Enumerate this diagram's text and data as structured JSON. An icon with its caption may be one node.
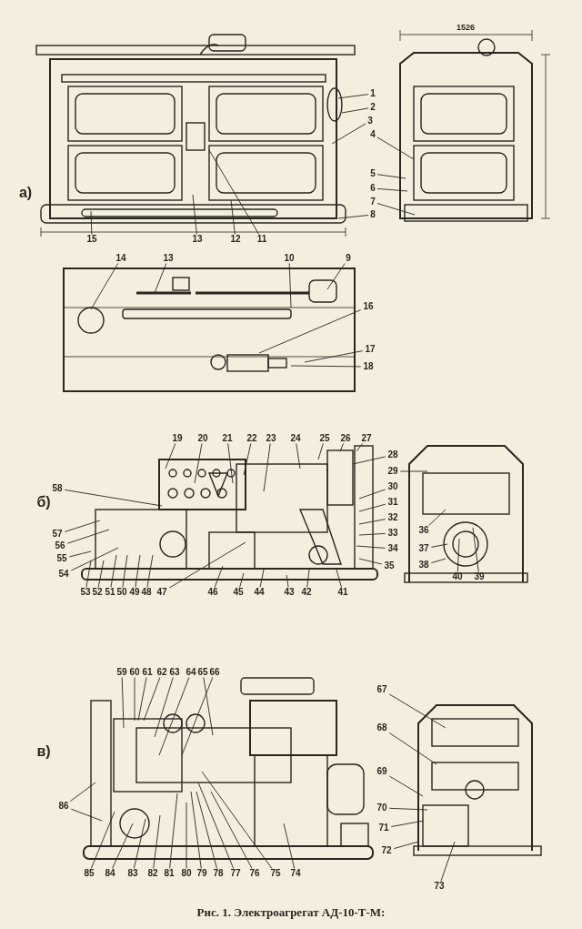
{
  "diagram": {
    "caption": "Рис. 1. Электроагрегат АД-10-Т-М:",
    "nodes": [
      {
        "text": [
          "1"
        ]
      },
      {
        "text": [
          "2"
        ]
      },
      {
        "text": [
          "3"
        ]
      },
      {
        "text": [
          "4"
        ]
      },
      {
        "text": [
          "5"
        ]
      },
      {
        "text": [
          "6"
        ]
      },
      {
        "text": [
          "7"
        ]
      },
      {
        "text": [
          "8"
        ]
      },
      {
        "text": [
          "15"
        ]
      },
      {
        "text": [
          "13"
        ]
      },
      {
        "text": [
          "12"
        ]
      },
      {
        "text": [
          "11"
        ]
      },
      {
        "text": [
          "14"
        ]
      },
      {
        "text": [
          "13"
        ]
      },
      {
        "text": [
          "10"
        ]
      },
      {
        "text": [
          "9"
        ]
      },
      {
        "text": [
          "16"
        ]
      },
      {
        "text": [
          "17"
        ]
      },
      {
        "text": [
          "18"
        ]
      },
      {
        "text": [
          "19"
        ]
      },
      {
        "text": [
          "20"
        ]
      },
      {
        "text": [
          "21"
        ]
      },
      {
        "text": [
          "22"
        ]
      },
      {
        "text": [
          "23"
        ]
      },
      {
        "text": [
          "24"
        ]
      },
      {
        "text": [
          "25"
        ]
      },
      {
        "text": [
          "26"
        ]
      },
      {
        "text": [
          "27"
        ]
      },
      {
        "text": [
          "28"
        ]
      },
      {
        "text": [
          "29"
        ]
      },
      {
        "text": [
          "30"
        ]
      },
      {
        "text": [
          "31"
        ]
      },
      {
        "text": [
          "32"
        ]
      },
      {
        "text": [
          "33"
        ]
      },
      {
        "text": [
          "34"
        ]
      },
      {
        "text": [
          "35"
        ]
      },
      {
        "text": [
          "36"
        ]
      },
      {
        "text": [
          "37"
        ]
      },
      {
        "text": [
          "38"
        ]
      },
      {
        "text": [
          "40"
        ]
      },
      {
        "text": [
          "39"
        ]
      },
      {
        "text": [
          "58"
        ]
      },
      {
        "text": [
          "57"
        ]
      },
      {
        "text": [
          "56"
        ]
      },
      {
        "text": [
          "55"
        ]
      },
      {
        "text": [
          "54"
        ]
      },
      {
        "text": [
          "53"
        ]
      },
      {
        "text": [
          "52"
        ]
      },
      {
        "text": [
          "51"
        ]
      },
      {
        "text": [
          "50"
        ]
      },
      {
        "text": [
          "49"
        ]
      },
      {
        "text": [
          "48"
        ]
      },
      {
        "text": [
          "47"
        ]
      },
      {
        "text": [
          "46"
        ]
      },
      {
        "text": [
          "45"
        ]
      },
      {
        "text": [
          "44"
        ]
      },
      {
        "text": [
          "43"
        ]
      },
      {
        "text": [
          "42"
        ]
      },
      {
        "text": [
          "41"
        ]
      },
      {
        "text": [
          "59"
        ]
      },
      {
        "text": [
          "60"
        ]
      },
      {
        "text": [
          "61"
        ]
      },
      {
        "text": [
          "62"
        ]
      },
      {
        "text": [
          "63"
        ]
      },
      {
        "text": [
          "64"
        ]
      },
      {
        "text": [
          "65"
        ]
      },
      {
        "text": [
          "66"
        ]
      },
      {
        "text": [
          "67"
        ]
      },
      {
        "text": [
          "68"
        ]
      },
      {
        "text": [
          "69"
        ]
      },
      {
        "text": [
          "86"
        ]
      },
      {
        "text": [
          "70"
        ]
      },
      {
        "text": [
          "71"
        ]
      },
      {
        "text": [
          "72"
        ]
      },
      {
        "text": [
          "85"
        ]
      },
      {
        "text": [
          "84"
        ]
      },
      {
        "text": [
          "83"
        ]
      },
      {
        "text": [
          "82"
        ]
      },
      {
        "text": [
          "81"
        ]
      },
      {
        "text": [
          "80"
        ]
      },
      {
        "text": [
          "79"
        ]
      },
      {
        "text": [
          "78"
        ]
      },
      {
        "text": [
          "77"
        ]
      },
      {
        "text": [
          "76"
        ]
      },
      {
        "text": [
          "75"
        ]
      },
      {
        "text": [
          "74"
        ]
      },
      {
        "text": [
          "73"
        ]
      }
    ],
    "edges": [
      {
        "from": 0,
        "to": null,
        "arrow": "none"
      },
      {
        "from": 1,
        "to": null,
        "arrow": "none"
      },
      {
        "from": 2,
        "to": null,
        "arrow": "none"
      },
      {
        "from": 3,
        "to": null,
        "arrow": "none"
      },
      {
        "from": 4,
        "to": null,
        "arrow": "none"
      },
      {
        "from": 5,
        "to": null,
        "arrow": "none"
      },
      {
        "from": 6,
        "to": null,
        "arrow": "none"
      },
      {
        "from": 7,
        "to": null,
        "arrow": "none"
      },
      {
        "from": 8,
        "to": null,
        "arrow": "none"
      },
      {
        "from": 9,
        "to": null,
        "arrow": "none"
      },
      {
        "from": 10,
        "to": null,
        "arrow": "none"
      },
      {
        "from": 11,
        "to": null,
        "arrow": "none"
      },
      {
        "from": 12,
        "to": null,
        "arrow": "none"
      },
      {
        "from": 13,
        "to": null,
        "arrow": "none"
      },
      {
        "from": 14,
        "to": null,
        "arrow": "none"
      },
      {
        "from": 15,
        "to": null,
        "arrow": "none"
      },
      {
        "from": 16,
        "to": null,
        "arrow": "none"
      },
      {
        "from": 17,
        "to": null,
        "arrow": "none"
      },
      {
        "from": 18,
        "to": null,
        "arrow": "none"
      },
      {
        "from": 19,
        "to": null,
        "arrow": "none"
      },
      {
        "from": 20,
        "to": null,
        "arrow": "none"
      },
      {
        "from": 21,
        "to": null,
        "arrow": "none"
      },
      {
        "from": 22,
        "to": null,
        "arrow": "none"
      },
      {
        "from": 23,
        "to": null,
        "arrow": "none"
      },
      {
        "from": 24,
        "to": null,
        "arrow": "none"
      },
      {
        "from": 25,
        "to": null,
        "arrow": "none"
      },
      {
        "from": 26,
        "to": null,
        "arrow": "none"
      },
      {
        "from": 27,
        "to": null,
        "arrow": "none"
      },
      {
        "from": 28,
        "to": null,
        "arrow": "none"
      },
      {
        "from": 29,
        "to": null,
        "arrow": "none"
      },
      {
        "from": 30,
        "to": null,
        "arrow": "none"
      },
      {
        "from": 31,
        "to": null,
        "arrow": "none"
      },
      {
        "from": 32,
        "to": null,
        "arrow": "none"
      },
      {
        "from": 33,
        "to": null,
        "arrow": "none"
      },
      {
        "from": 34,
        "to": null,
        "arrow": "none"
      },
      {
        "from": 35,
        "to": null,
        "arrow": "none"
      },
      {
        "from": 36,
        "to": null,
        "arrow": "none"
      },
      {
        "from": 37,
        "to": null,
        "arrow": "none"
      },
      {
        "from": 38,
        "to": null,
        "arrow": "none"
      },
      {
        "from": 39,
        "to": null,
        "arrow": "none"
      },
      {
        "from": 40,
        "to": null,
        "arrow": "none"
      },
      {
        "from": 41,
        "to": null,
        "arrow": "none"
      },
      {
        "from": 42,
        "to": null,
        "arrow": "none"
      },
      {
        "from": 43,
        "to": null,
        "arrow": "none"
      },
      {
        "from": 44,
        "to": null,
        "arrow": "none"
      },
      {
        "from": 45,
        "to": null,
        "arrow": "none"
      },
      {
        "from": 46,
        "to": null,
        "arrow": "none"
      },
      {
        "from": 47,
        "to": null,
        "arrow": "none"
      },
      {
        "from": 48,
        "to": null,
        "arrow": "none"
      },
      {
        "from": 49,
        "to": null,
        "arrow": "none"
      },
      {
        "from": 50,
        "to": null,
        "arrow": "none"
      },
      {
        "from": 51,
        "to": null,
        "arrow": "none"
      },
      {
        "from": 52,
        "to": null,
        "arrow": "none"
      },
      {
        "from": 53,
        "to": null,
        "arrow": "none"
      },
      {
        "from": 54,
        "to": null,
        "arrow": "none"
      },
      {
        "from": 55,
        "to": null,
        "arrow": "none"
      },
      {
        "from": 56,
        "to": null,
        "arrow": "none"
      },
      {
        "from": 57,
        "to": null,
        "arrow": "none"
      },
      {
        "from": 58,
        "to": null,
        "arrow": "none"
      },
      {
        "from": 59,
        "to": null,
        "arrow": "none"
      },
      {
        "from": 60,
        "to": null,
        "arrow": "none"
      },
      {
        "from": 61,
        "to": null,
        "arrow": "none"
      },
      {
        "from": 62,
        "to": null,
        "arrow": "none"
      },
      {
        "from": 63,
        "to": null,
        "arrow": "none"
      },
      {
        "from": 64,
        "to": null,
        "arrow": "none"
      },
      {
        "from": 65,
        "to": null,
        "arrow": "none"
      },
      {
        "from": 66,
        "to": null,
        "arrow": "none"
      },
      {
        "from": 67,
        "to": null,
        "arrow": "none"
      },
      {
        "from": 68,
        "to": null,
        "arrow": "none"
      },
      {
        "from": 69,
        "to": null,
        "arrow": "none"
      },
      {
        "from": 70,
        "to": null,
        "arrow": "none"
      },
      {
        "from": 70,
        "to": null,
        "arrow": "none"
      },
      {
        "from": 71,
        "to": null,
        "arrow": "none"
      },
      {
        "from": 72,
        "to": null,
        "arrow": "none"
      },
      {
        "from": 73,
        "to": null,
        "arrow": "none"
      },
      {
        "from": 74,
        "to": null,
        "arrow": "none"
      },
      {
        "from": 75,
        "to": null,
        "arrow": "none"
      },
      {
        "from": 76,
        "to": null,
        "arrow": "none"
      },
      {
        "from": 77,
        "to": null,
        "arrow": "none"
      },
      {
        "from": 78,
        "to": null,
        "arrow": "none"
      },
      {
        "from": 79,
        "to": null,
        "arrow": "none"
      },
      {
        "from": 80,
        "to": null,
        "arrow": "none"
      },
      {
        "from": 81,
        "to": null,
        "arrow": "none"
      },
      {
        "from": 82,
        "to": null,
        "arrow": "none"
      },
      {
        "from": 83,
        "to": null,
        "arrow": "none"
      },
      {
        "from": 84,
        "to": null,
        "arrow": "none"
      },
      {
        "from": 85,
        "to": null,
        "arrow": "none"
      },
      {
        "from": 86,
        "to": null,
        "arrow": "none"
      }
    ],
    "labels": [
      "1526",
      "а)",
      "б)",
      "в)"
    ]
  }
}
